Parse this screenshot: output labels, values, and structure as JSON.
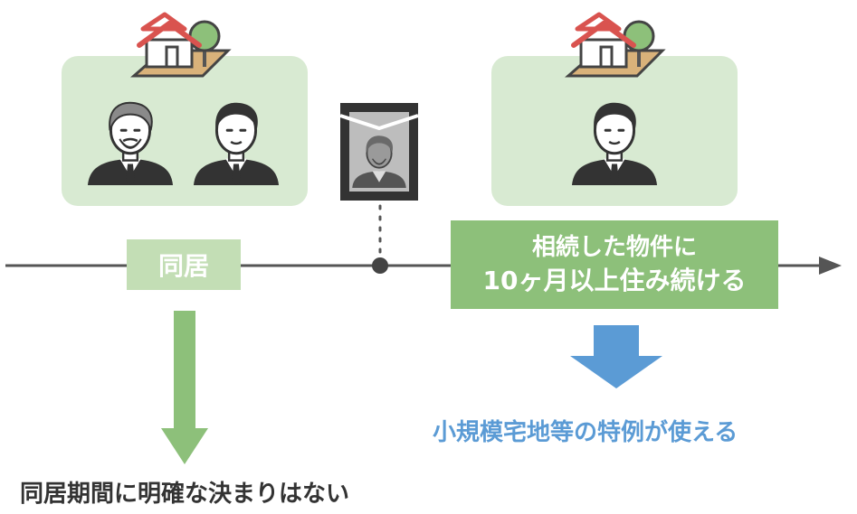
{
  "left_stage": {
    "label": "同居",
    "caption": "同居期間に明確な決まりはない"
  },
  "right_stage": {
    "label_line1": "相続した物件に",
    "label_line2": "10ヶ月以上住み続ける",
    "caption": "小規模宅地等の特例が使える"
  },
  "colors": {
    "panel": "#d8ead2",
    "label_light": "#c3deb5",
    "label_dark": "#8dc07a",
    "arrow_green": "#8dc07a",
    "arrow_blue": "#5b9bd5",
    "timeline": "#555555",
    "caption_dark": "#333333",
    "caption_blue": "#5b9bd5"
  },
  "icons": [
    "house-icon",
    "person-elderly-icon",
    "person-icon",
    "memorial-portrait-icon"
  ]
}
